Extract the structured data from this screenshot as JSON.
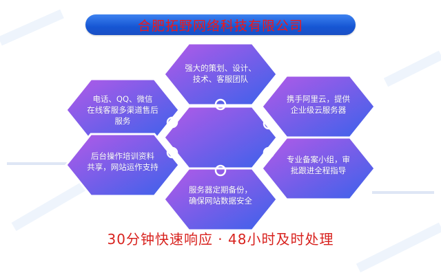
{
  "header": {
    "title": "合肥拓野网络科技有限公司"
  },
  "hexagons": [
    {
      "id": "top",
      "text": "强大的策划、设计、\n技术、客服团队"
    },
    {
      "id": "upper-left",
      "text": "电话、QQ、微信\n在线客服多渠道售后\n服务"
    },
    {
      "id": "upper-right",
      "text": "携手阿里云，提供\n企业级云服务器"
    },
    {
      "id": "lower-left",
      "text": "后台操作培训资料\n共享，网站运作支持"
    },
    {
      "id": "lower-right",
      "text": "专业备案小组，审\n批跟进全程指导"
    },
    {
      "id": "bottom",
      "text": "服务器定期备份，\n确保网站数据安全"
    }
  ],
  "footer": {
    "tagline": "30分钟快速响应 · 48小时及时处理"
  },
  "colors": {
    "title_text": "#f01818",
    "title_bar": "#1656d4",
    "hex_start": "#b35ae8",
    "hex_end": "#3a62ea",
    "tagline": "#d8221e"
  }
}
